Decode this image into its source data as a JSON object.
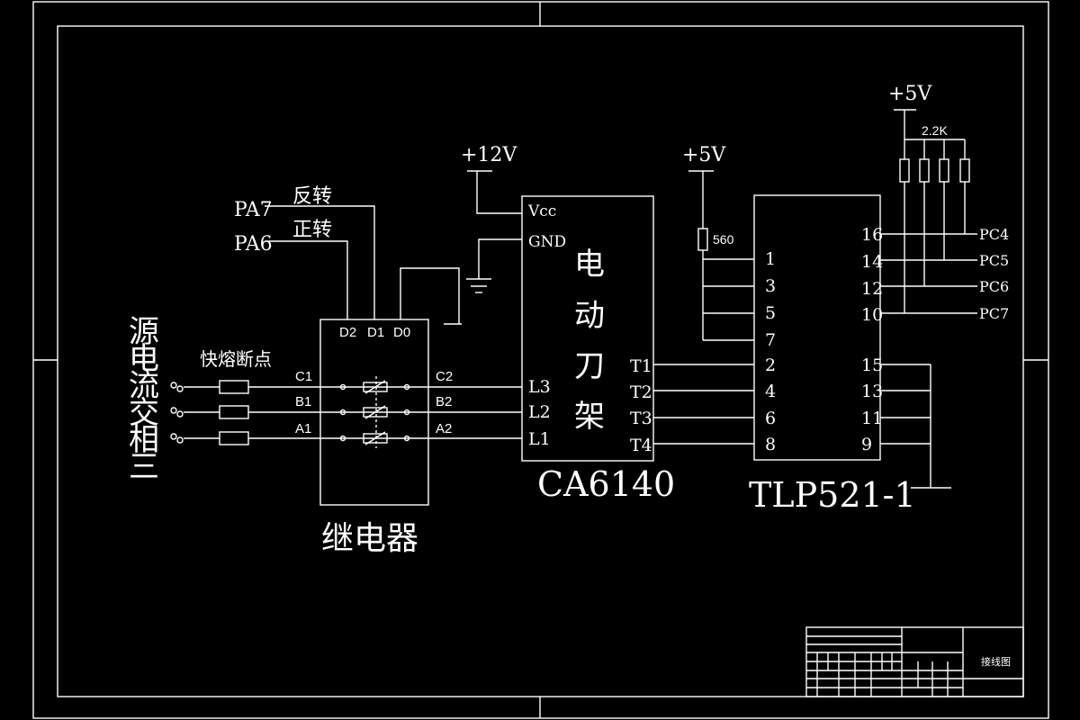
{
  "power": {
    "label_chars": [
      "三",
      "相",
      "交",
      "流",
      "电",
      "源"
    ],
    "fuse_label": "快熔断点"
  },
  "relay": {
    "title": "继电器",
    "top_pins": [
      "D2",
      "D1",
      "D0"
    ],
    "left_pins": [
      "C1",
      "B1",
      "A1"
    ],
    "right_pins": [
      "C2",
      "B2",
      "A2"
    ]
  },
  "signals": {
    "pa7": "PA7",
    "pa6": "PA6",
    "reverse": "反转",
    "forward": "正转"
  },
  "tool_holder": {
    "supply": "+12V",
    "vcc": "Vcc",
    "gnd": "GND",
    "body_chars": [
      "电",
      "动",
      "刀",
      "架"
    ],
    "left_pins": [
      "L3",
      "L2",
      "L1"
    ],
    "right_pins": [
      "T1",
      "T2",
      "T3",
      "T4"
    ],
    "model": "CA6140"
  },
  "optocoupler": {
    "supply": "+5V",
    "resistor": "560",
    "left_pins": [
      "1",
      "3",
      "5",
      "7",
      "2",
      "4",
      "6",
      "8"
    ],
    "right_pins": [
      "16",
      "14",
      "12",
      "10",
      "15",
      "13",
      "11",
      "9"
    ],
    "model": "TLP521-1"
  },
  "pullups": {
    "supply": "+5V",
    "resistor": "2.2K",
    "outputs": [
      "PC4",
      "PC5",
      "PC6",
      "PC7"
    ]
  },
  "title_block": {
    "drawing_name": "接线图"
  }
}
